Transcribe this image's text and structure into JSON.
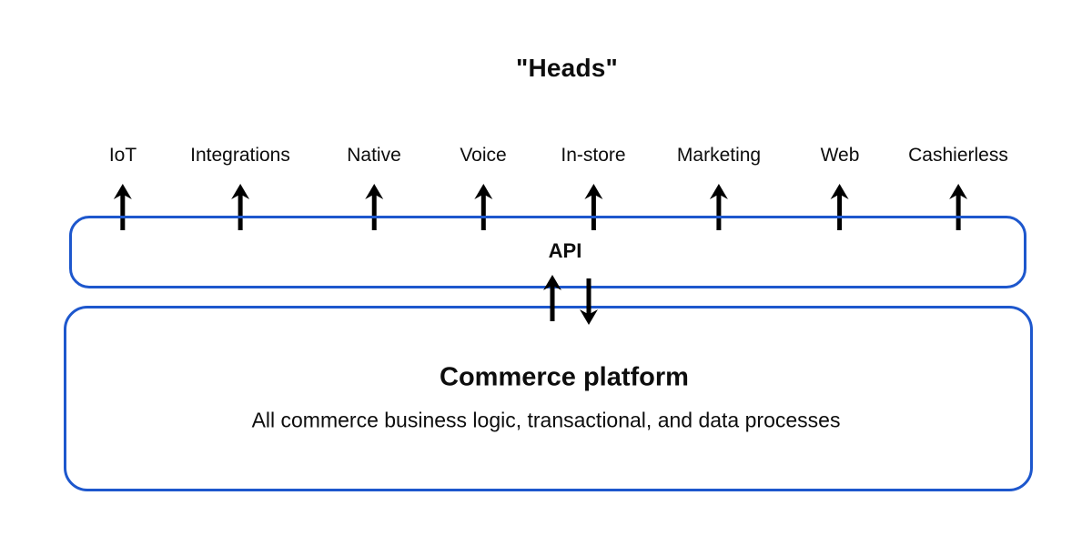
{
  "title": "\"Heads\"",
  "heads": [
    "IoT",
    "Integrations",
    "Native",
    "Voice",
    "In-store",
    "Marketing",
    "Web",
    "Cashierless"
  ],
  "api_box": {
    "label": "API"
  },
  "platform_box": {
    "title": "Commerce platform",
    "subtitle": "All commerce business logic, transactional, and data processes"
  },
  "colors": {
    "box_border": "#1d57cd",
    "arrow": "#000000",
    "text": "#0d0d0d",
    "background": "#ffffff"
  }
}
